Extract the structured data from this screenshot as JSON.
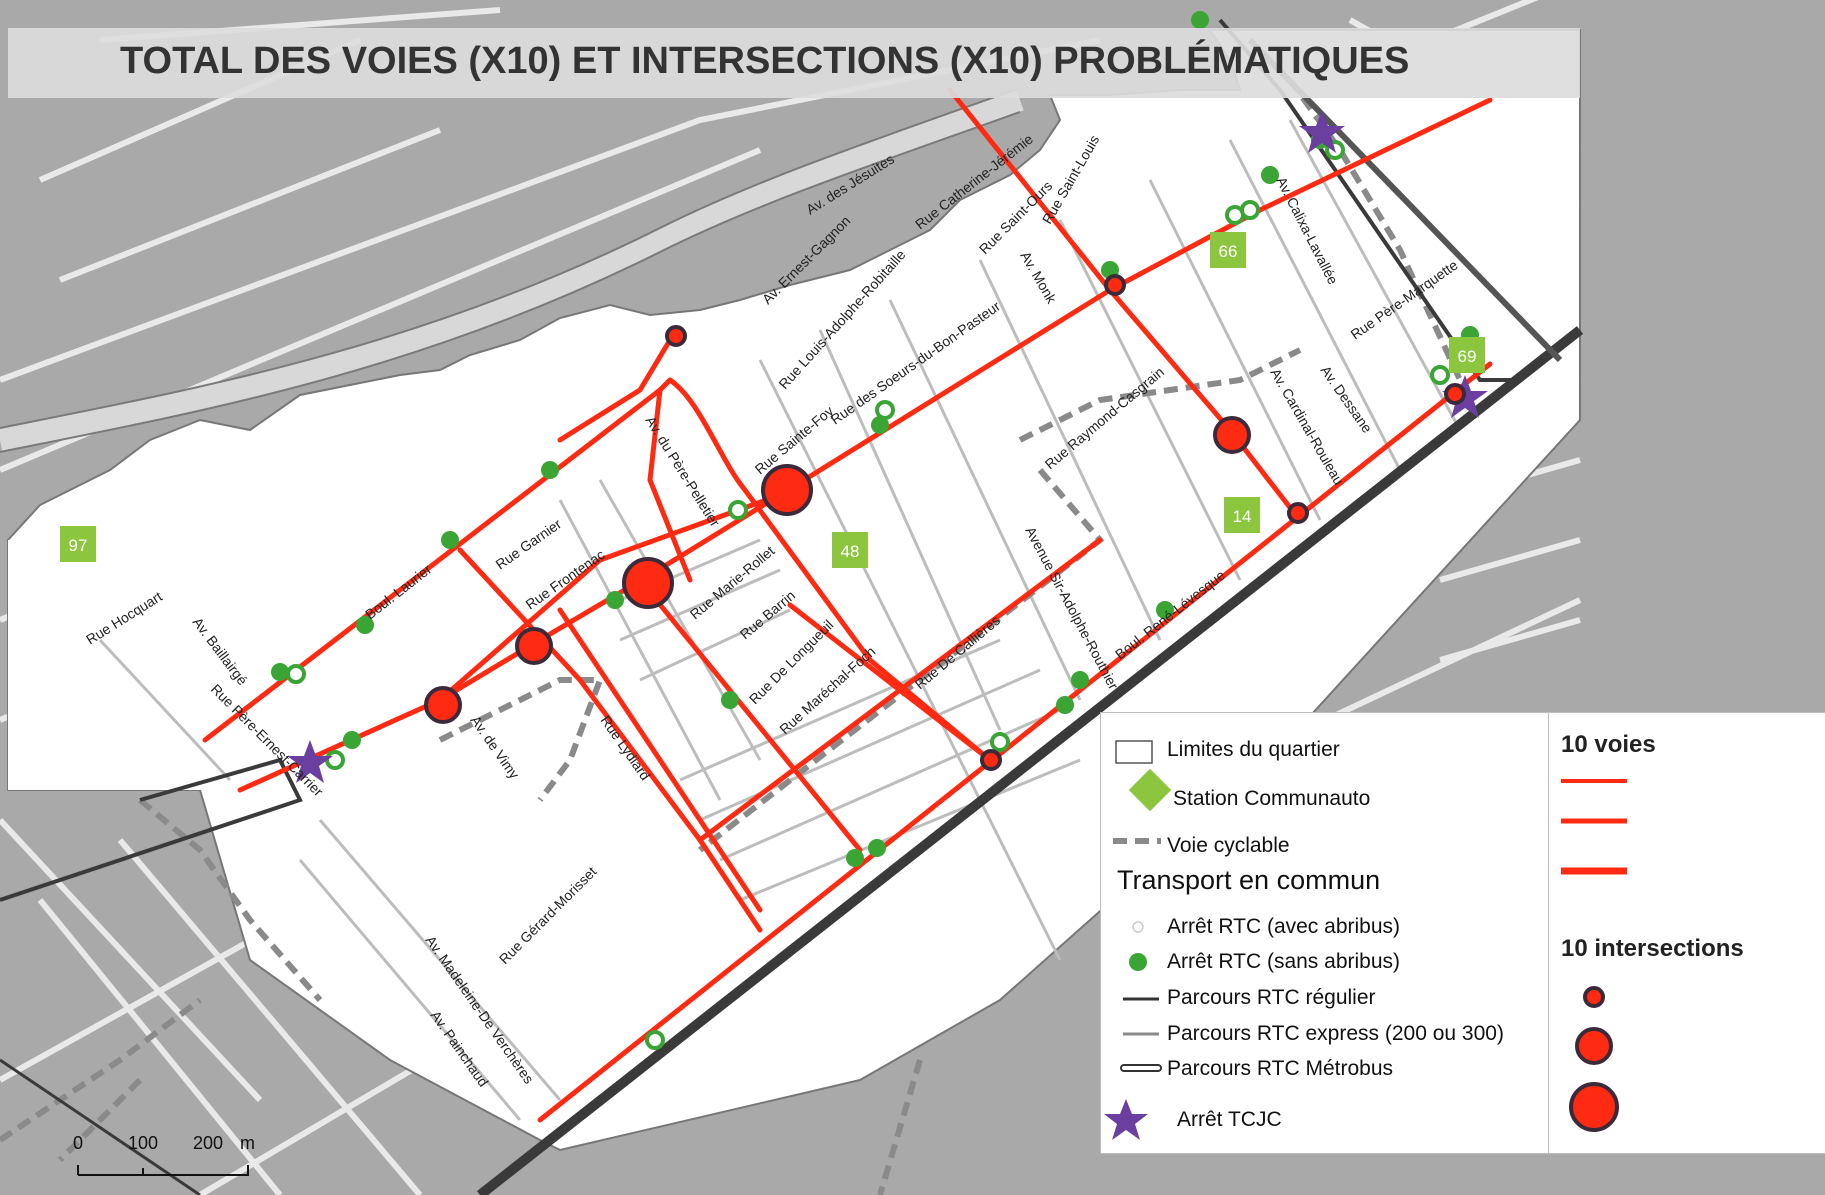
{
  "title": "TOTAL DES VOIES (X10) ET INTERSECTIONS (X10) PROBLÉMATIQUES",
  "colors": {
    "problem": "#ff2a12",
    "block": "#a9a9a9",
    "street_gap": "#eeeeee",
    "neighbourhood": "#ffffff",
    "rtc_stop": "#3aa535",
    "communauto": "#8cc63f",
    "tcjc": "#6a3fa0",
    "bus_route": "#3a3a3a"
  },
  "street_labels": [
    "Av. des Jésuites",
    "Rue Catherine-Jérémie",
    "Av. Ernest-Gagnon",
    "Rue Saint-Ours",
    "Rue Louis-Adolphe-Robitaille",
    "Av. Monk",
    "Rue Saint-Louis",
    "Rue des Soeurs-du-Bon-Pasteur",
    "Av. Calixa-Lavallée",
    "Rue Père-Marquette",
    "Rue Raymond-Casgrain",
    "Av. Cardinal-Rouleau",
    "Av. Dessane",
    "Av. du Père-Pelletier",
    "Rue Sainte-Foy",
    "Rue Garnier",
    "Rue Frontenac",
    "Rue Marie-Rollet",
    "Rue Barrin",
    "Rue De Longueuil",
    "Rue Maréchal-Foch",
    "Boul. René-Lévesque",
    "Av. Baillairgé",
    "Rue Hocquart",
    "Rue Père-Ernest-Carrier",
    "Av. de Vimy",
    "Rue Lydiard",
    "Rue Gérard-Morisset",
    "Av. Madeleine-De Verchères",
    "Av. Painchaud",
    "Avenue Sir-Adolphe-Routhier",
    "Rue De Callières",
    "Boul. Laurier"
  ],
  "communauto_stations": [
    "97",
    "48",
    "66",
    "14",
    "69"
  ],
  "intersections": [
    {
      "size": "small"
    },
    {
      "size": "small"
    },
    {
      "size": "small"
    },
    {
      "size": "small"
    },
    {
      "size": "small"
    },
    {
      "size": "medium"
    },
    {
      "size": "medium"
    },
    {
      "size": "medium"
    },
    {
      "size": "large"
    },
    {
      "size": "large"
    }
  ],
  "legend": {
    "limits": "Limites du quartier",
    "communauto": "Station Communauto",
    "cycle": "Voie cyclable",
    "transit_header": "Transport en commun",
    "stop_shelter": "Arrêt RTC (avec abribus)",
    "stop_no_shelter": "Arrêt RTC (sans abribus)",
    "route_regular": "Parcours RTC régulier",
    "route_express": "Parcours RTC express (200 ou 300)",
    "route_metrobus": "Parcours RTC Métrobus",
    "tcjc": "Arrêt TCJC",
    "voies_title": "10 voies",
    "intersections_title": "10 intersections"
  },
  "scale": {
    "t0": "0",
    "t1": "100",
    "t2": "200",
    "unit": "m"
  }
}
